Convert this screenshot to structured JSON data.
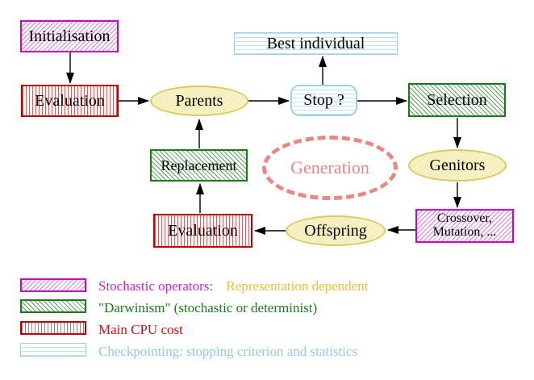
{
  "nodes": {
    "initialisation": {
      "label": "Initialisation",
      "style": "magenta-hatch"
    },
    "evaluation_top": {
      "label": "Evaluation",
      "style": "red-vertical-stripes"
    },
    "parents": {
      "label": "Parents",
      "style": "yellow-ellipse"
    },
    "best_individual": {
      "label": "Best individual",
      "style": "cyan-horizontal-stripes"
    },
    "stop": {
      "label": "Stop ?",
      "style": "cyan-horizontal-stripes-rounded"
    },
    "selection": {
      "label": "Selection",
      "style": "green-hatch"
    },
    "replacement": {
      "label": "Replacement",
      "style": "green-hatch"
    },
    "generation": {
      "label": "Generation",
      "style": "salmon-dashed-ellipse"
    },
    "genitors": {
      "label": "Genitors",
      "style": "yellow-ellipse"
    },
    "evaluation_bottom": {
      "label": "Evaluation",
      "style": "red-vertical-stripes"
    },
    "crossover_mutation": {
      "line1": "Crossover,",
      "line2": "Mutation, ...",
      "style": "magenta-hatch"
    }
  },
  "arrows": [
    "initialisation->evaluation_top",
    "evaluation_top->parents",
    "parents->stop",
    "stop->best_individual",
    "stop->selection",
    "selection->genitors",
    "genitors->crossover_mutation",
    "crossover_mutation->offspring",
    "offspring->evaluation_bottom",
    "evaluation_bottom->replacement",
    "replacement->parents"
  ],
  "legend": {
    "items": [
      {
        "swatch": "magenta-hatch",
        "parts": [
          {
            "text": "Stochastic operators:",
            "color": "#cc22cc"
          },
          {
            "text": "Representation dependent",
            "color": "#e8c22a"
          }
        ]
      },
      {
        "swatch": "green-hatch",
        "parts": [
          {
            "text": "\"Darwinism\" (stochastic or determinist)",
            "color": "#1a7a1a"
          }
        ]
      },
      {
        "swatch": "red-vertical-stripes",
        "parts": [
          {
            "text": "Main CPU cost",
            "color": "#cc1111"
          }
        ]
      },
      {
        "swatch": "cyan-horizontal-stripes",
        "parts": [
          {
            "text": "Checkpointing: stopping criterion and statistics",
            "color": "#8fc9e6"
          }
        ]
      }
    ]
  },
  "colors": {
    "magenta_border": "#cc00cc",
    "red_border": "#c00000",
    "green_border": "#1a7a1a",
    "cyan_border": "#9fd0e4",
    "yellow_border": "#ddc860",
    "salmon": "#ee8585",
    "arrow": "#000000",
    "node_text": "#000000",
    "background": "#ffffff"
  }
}
